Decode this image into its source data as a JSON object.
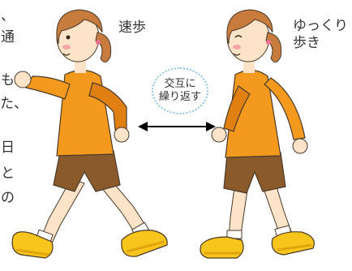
{
  "left_vertical_text": [
    "、",
    "通",
    "も",
    "た、",
    "日",
    "と",
    "の"
  ],
  "labels": {
    "fast": "速歩",
    "slow_line1": "ゆっくり",
    "slow_line2": "歩き"
  },
  "center_bubble": {
    "line1": "交互に",
    "line2": "繰り返す"
  },
  "colors": {
    "shirt": "#f39a1e",
    "shirt_shadow": "#e07f12",
    "shorts": "#8a5a2b",
    "hair": "#c77b3c",
    "skin": "#fde4c8",
    "shoe": "#f7c51b",
    "shoe_shadow": "#e0a40d",
    "bubble_border": "#8ec3e3",
    "arrow": "#000000"
  },
  "icons": [
    "double-arrow-icon"
  ]
}
